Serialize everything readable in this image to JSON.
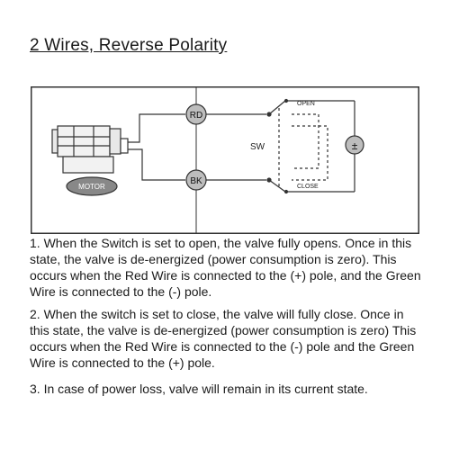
{
  "title": "2 Wires, Reverse Polarity",
  "diagram": {
    "wire_red": "RD",
    "wire_black": "BK",
    "motor": "MOTOR",
    "switch": "SW",
    "open": "OPEN",
    "close": "CLOSE",
    "power": "±"
  },
  "notes": [
    "1. When the Switch is set to open, the valve fully opens. Once in this state, the valve is de-energized (power consumption is zero). This occurs when the Red Wire is connected to the (+) pole, and the Green Wire is connected to the (-) pole.",
    "2. When the switch is set to close, the valve will fully close. Once in this state, the valve is de-energized (power consumption is zero) This occurs when the Red Wire is connected to the (-) pole and the Green Wire is connected to the (+) pole.",
    "3. In case of power loss, valve will remain in its current state."
  ]
}
